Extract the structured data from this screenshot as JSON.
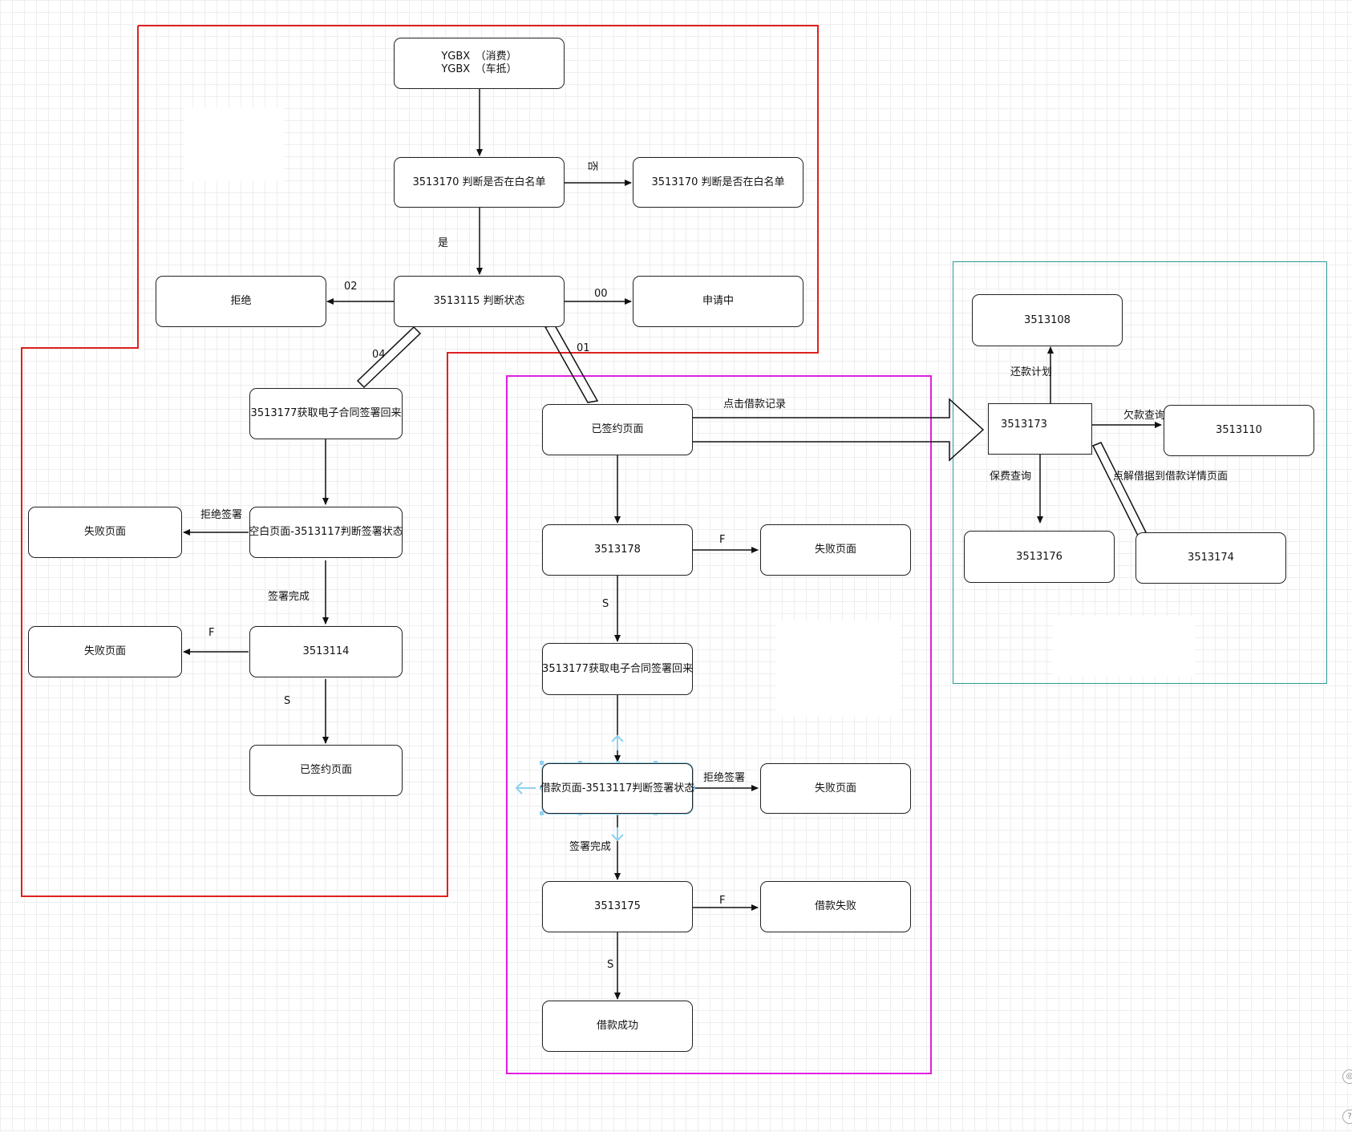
{
  "nodes": {
    "ygbx": {
      "line1": "YGBX　（消费）",
      "line2": "YGBX　（车抵）"
    },
    "check_whitelist": "3513170 判断是否在白名单",
    "whitelist_no": "3513170 判断是否在白名单",
    "judge_status": "3513115 判断状态",
    "reject": "拒绝",
    "applying": "申请中",
    "get_contract_a": "3513177获取电子合同签署回来",
    "blank_page": "空白页面-3513117判断签署状态",
    "fail_a1": "失败页面",
    "fail_a2": "失败页面",
    "n3513114": "3513114",
    "signed_a": "已签约页面",
    "signed_b": "已签约页面",
    "n3513178": "3513178",
    "fail_b1": "失败页面",
    "get_contract_b": "3513177获取电子合同签署回来",
    "loan_page": "借款页面-3513117判断签署状态",
    "fail_b2": "失败页面",
    "n3513175": "3513175",
    "loan_fail": "借款失败",
    "loan_success": "借款成功",
    "n3513108": "3513108",
    "n3513173": "3513173",
    "n3513110": "3513110",
    "n3513176": "3513176",
    "n3513174": "3513174"
  },
  "edge_labels": {
    "no": "否",
    "yes": "是",
    "s02": "02",
    "s00": "00",
    "s04": "04",
    "s01": "01",
    "reject_sign_a": "拒绝签署",
    "sign_done_a": "签署完成",
    "f_a": "F",
    "s_a": "S",
    "click_loan_record": "点击借款记录",
    "f_b1": "F",
    "s_b1": "S",
    "reject_sign_b": "拒绝签署",
    "sign_done_b": "签署完成",
    "f_b2": "F",
    "s_b2": "S",
    "repay_plan": "还款计划",
    "arrears_query": "欠款查询",
    "premium_query": "保费查询",
    "loan_detail": "点解借据到借款详情页面"
  },
  "regions": {
    "red": "#e02020",
    "magenta": "#e020e0",
    "teal": "#2a9a92"
  }
}
